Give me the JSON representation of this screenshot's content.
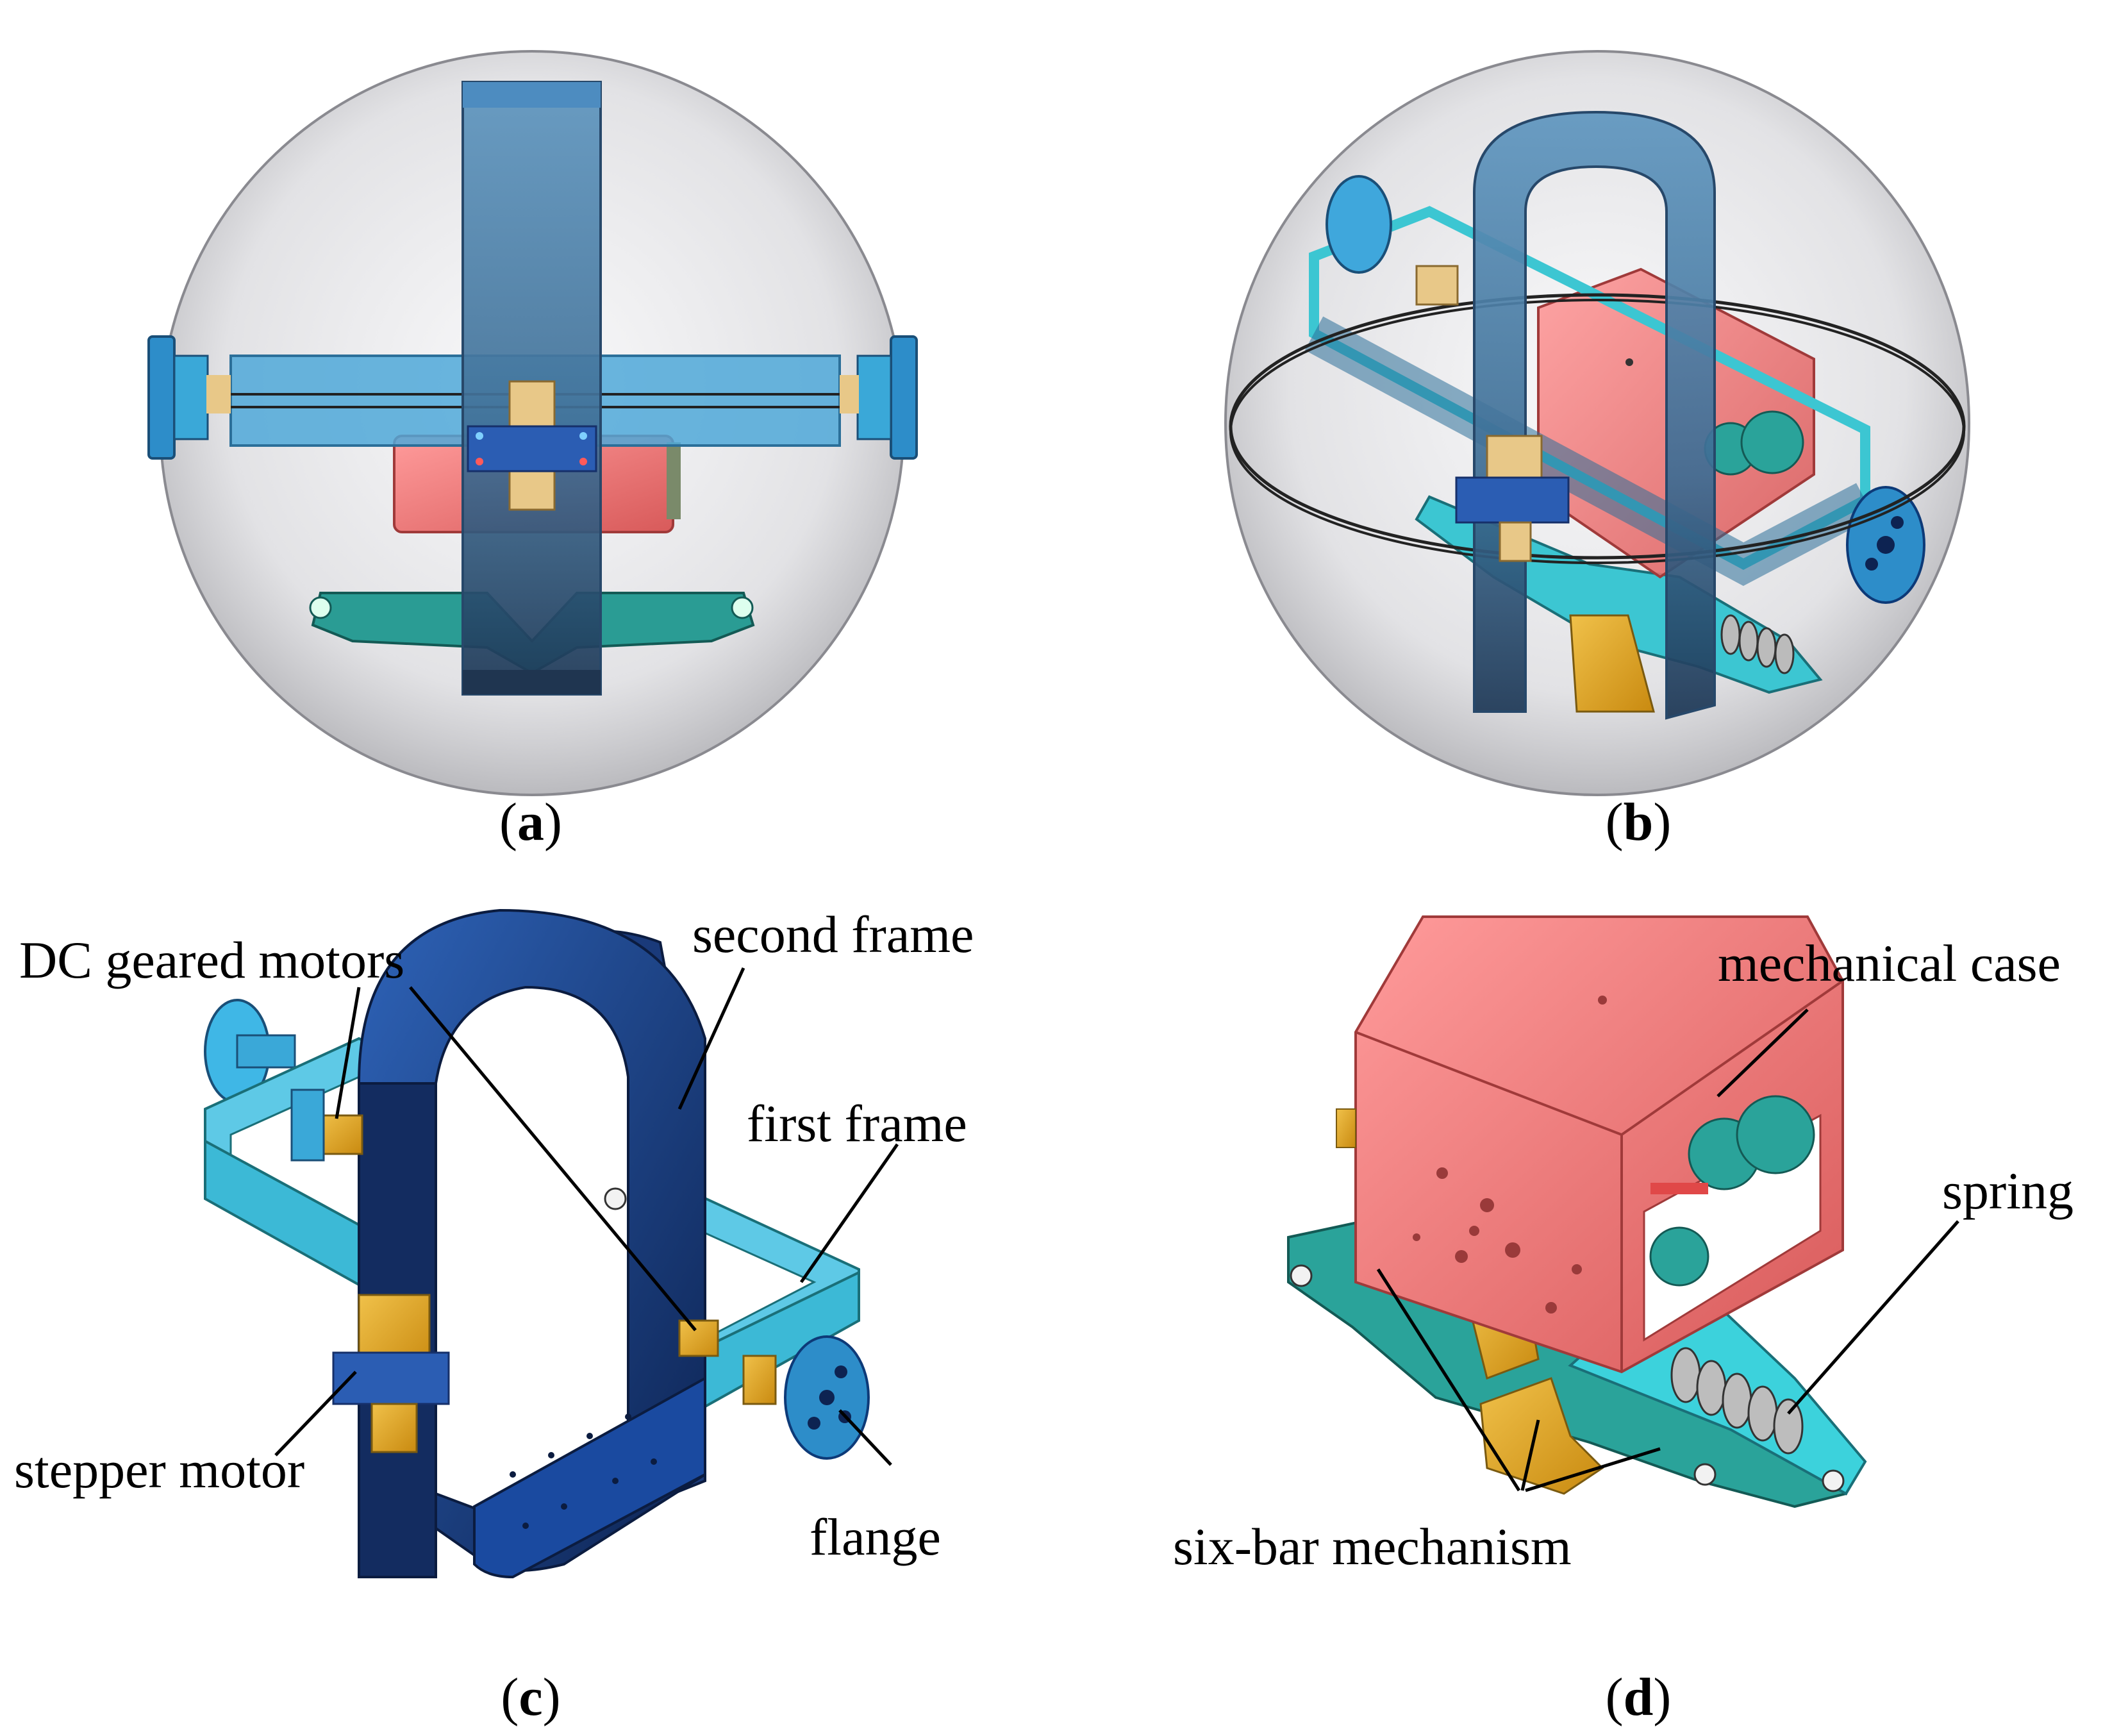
{
  "panels": {
    "a": {
      "caption_open": "(",
      "caption_letter": "a",
      "caption_close": ")"
    },
    "b": {
      "caption_open": "(",
      "caption_letter": "b",
      "caption_close": ")"
    },
    "c": {
      "caption_open": "(",
      "caption_letter": "c",
      "caption_close": ")",
      "labels": {
        "dc_geared_motors": "DC geared motors",
        "second_frame": "second frame",
        "first_frame": "first frame",
        "stepper_motor": "stepper motor",
        "flange": "flange"
      }
    },
    "d": {
      "caption_open": "(",
      "caption_letter": "d",
      "caption_close": ")",
      "labels": {
        "mechanical_case": "mechanical case",
        "spring": "spring",
        "six_bar_mechanism": "six-bar mechanism"
      }
    }
  },
  "colors": {
    "shell": "#d9d9dc",
    "frame_blue": "#4fa8d8",
    "cyan": "#3cc6d2",
    "dark_blue": "#1a3a7a",
    "case_red": "#f07878",
    "teal": "#2a9c94",
    "gold": "#e0a820",
    "brass": "#e8c888"
  }
}
